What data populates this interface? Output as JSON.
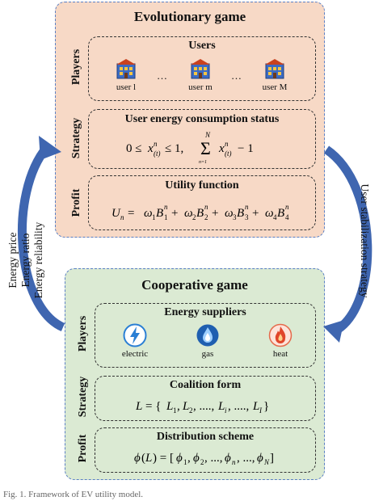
{
  "evolutionary": {
    "title": "Evolutionary game",
    "players": {
      "side": "Players",
      "title": "Users",
      "user1": "user l",
      "userm": "user m",
      "userM": "user M",
      "dots": "…"
    },
    "strategy": {
      "side": "Strategy",
      "title": "User energy consumption status",
      "formula": "0 ≤ x(t)n ≤ 1,  Σ x(t)n − 1"
    },
    "profit": {
      "side": "Profit",
      "title": "Utility function",
      "formula": "Un = ω1B1n + ω2B2n + ω3B3n + ω4B4n"
    }
  },
  "cooperative": {
    "title": "Cooperative game",
    "players": {
      "side": "Players",
      "title": "Energy suppliers",
      "electric": "electric",
      "gas": "gas",
      "heat": "heat"
    },
    "strategy": {
      "side": "Strategy",
      "title": "Coalition form",
      "formula": "L = {L1, L2, ...., Li, ...., LI}"
    },
    "profit": {
      "side": "Profit",
      "title": "Distribution scheme",
      "formula": "ϕ(L) = [ϕ1, ϕ2, ..., ϕn, ..., ϕN]"
    }
  },
  "left_arrow_text": {
    "line1": "Energy price",
    "line2": "Energy ratio",
    "line3": "Energy reliability"
  },
  "right_arrow_text": "User stabilization strategy",
  "caption": "Fig. 1.  Framework of EV utility model.",
  "colors": {
    "evo_bg": "#f7d9c6",
    "coop_bg": "#dbead3",
    "border": "#5a7fc4",
    "arrow": "#3f66b0"
  }
}
